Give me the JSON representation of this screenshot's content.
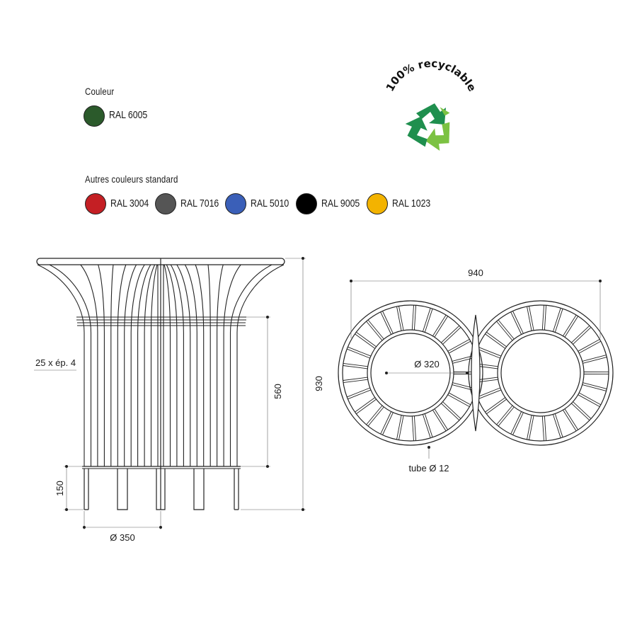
{
  "colour_section": {
    "title": "Couleur",
    "main": {
      "label": "RAL 6005",
      "color": "#2b5a2b"
    }
  },
  "other_colours": {
    "title": "Autres couleurs standard",
    "items": [
      {
        "label": "RAL 3004",
        "color": "#c41f24"
      },
      {
        "label": "RAL 7016",
        "color": "#555555"
      },
      {
        "label": "RAL 5010",
        "color": "#3a5fb8"
      },
      {
        "label": "RAL 9005",
        "color": "#000000"
      },
      {
        "label": "RAL 1023",
        "color": "#f3b300"
      }
    ]
  },
  "badge": {
    "text": "100% recyclable",
    "icon": "recycle-icon",
    "colors": {
      "dark_green": "#1f8f4e",
      "light_green": "#7cc242"
    }
  },
  "side_view": {
    "dim_total_height": "930",
    "dim_cage_height": "560",
    "dim_leg_height": "150",
    "dim_base_diameter": "Ø 350",
    "dim_bars": "25 x ép. 4"
  },
  "top_view": {
    "dim_width": "940",
    "dim_inner_diameter": "Ø 320",
    "dim_tube": "tube Ø 12"
  }
}
